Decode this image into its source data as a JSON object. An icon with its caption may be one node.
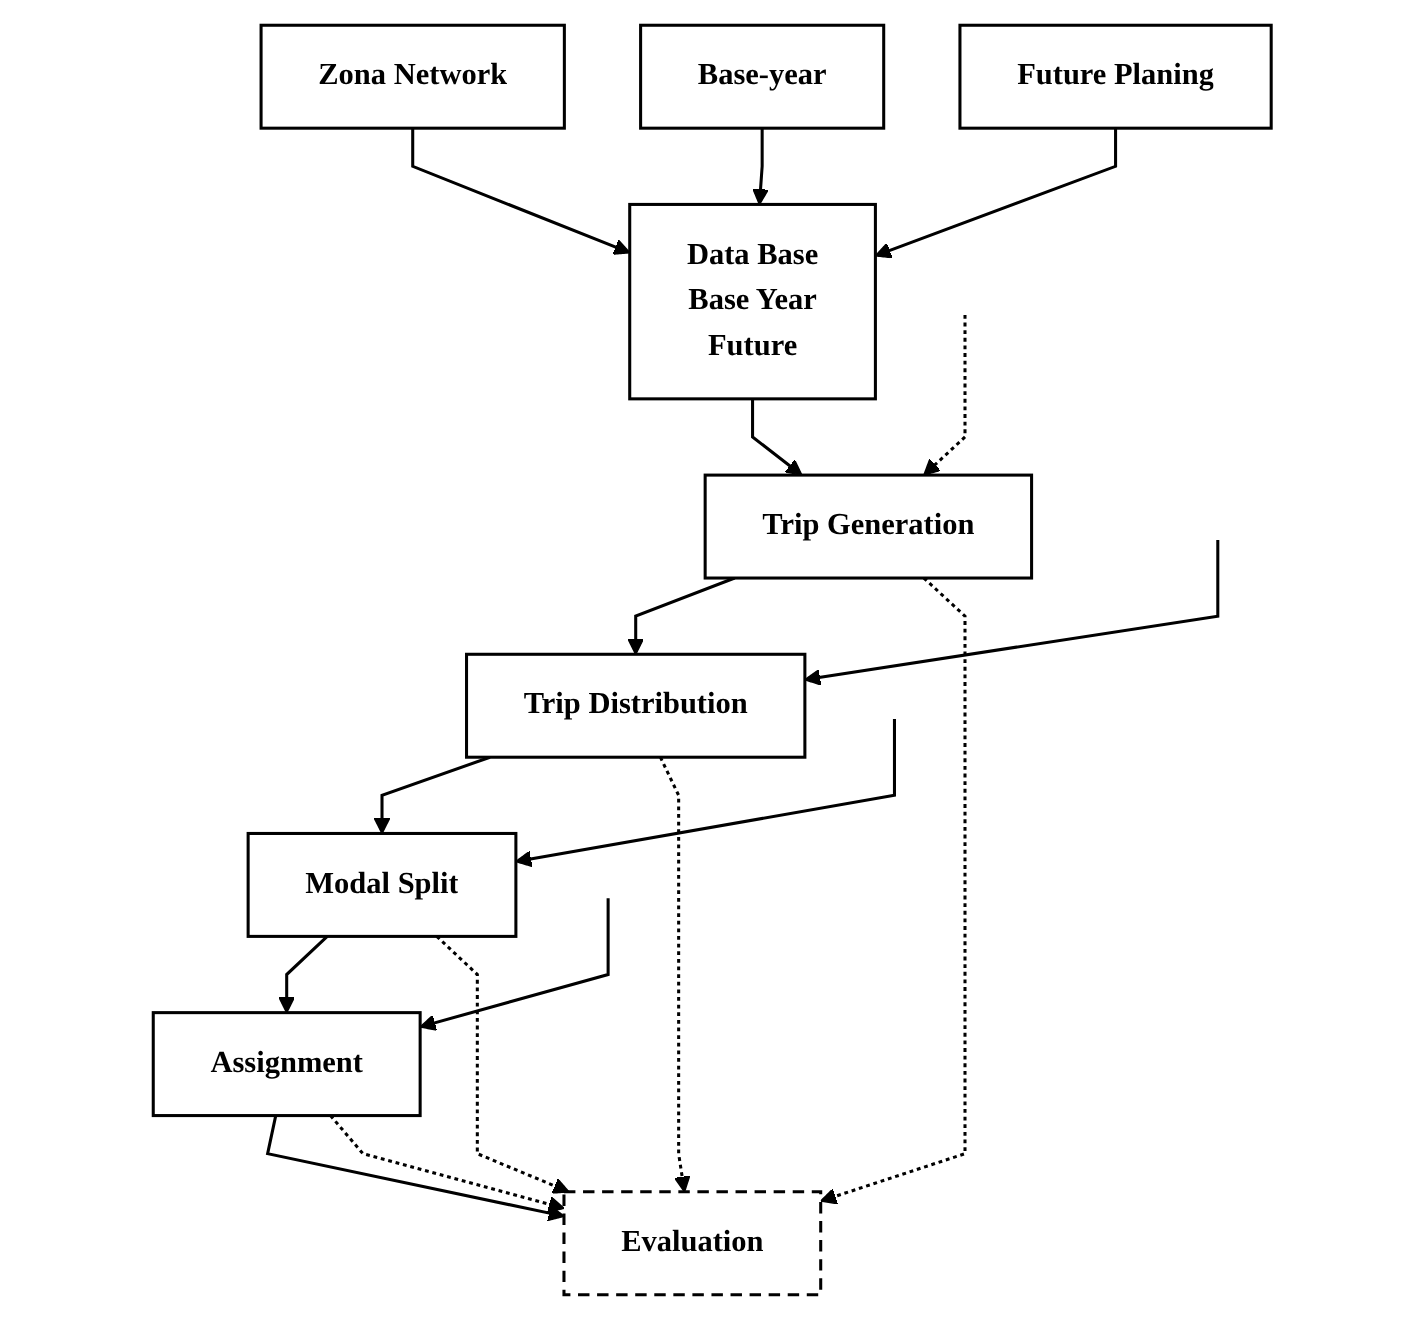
{
  "diagram": {
    "nodes": [
      {
        "text": [
          "Zona Network"
        ]
      },
      {
        "text": [
          "Base-year"
        ]
      },
      {
        "text": [
          "Future Planing"
        ]
      },
      {
        "text": [
          "Data Base",
          "Base Year",
          "Future"
        ]
      },
      {
        "text": [
          "Trip Generation"
        ]
      },
      {
        "text": [
          "Trip Distribution"
        ]
      },
      {
        "text": [
          "Modal Split"
        ]
      },
      {
        "text": [
          "Assignment"
        ]
      },
      {
        "text": [
          "Evaluation"
        ]
      }
    ],
    "edges": [
      {
        "from": 0,
        "to": 3,
        "arrow": "to"
      },
      {
        "from": 1,
        "to": 3,
        "arrow": "to"
      },
      {
        "from": 2,
        "to": 3,
        "arrow": "to"
      },
      {
        "from": 3,
        "to": 4,
        "arrow": "to"
      },
      {
        "from": 4,
        "to": 5,
        "arrow": "to"
      },
      {
        "from": 5,
        "to": 6,
        "arrow": "to"
      },
      {
        "from": 6,
        "to": 7,
        "arrow": "to"
      },
      {
        "from": 7,
        "to": 8,
        "arrow": "to"
      },
      {
        "from": 4,
        "to": 8,
        "arrow": "to",
        "style": "dashed"
      },
      {
        "from": 5,
        "to": 8,
        "arrow": "to",
        "style": "dashed"
      },
      {
        "from": 6,
        "to": 8,
        "arrow": "to",
        "style": "dashed"
      },
      {
        "from": 7,
        "to": 8,
        "arrow": "to",
        "style": "dashed"
      },
      {
        "from": null,
        "to": 7,
        "arrow": "to"
      },
      {
        "from": null,
        "to": 6,
        "arrow": "to"
      },
      {
        "from": null,
        "to": 5,
        "arrow": "to"
      },
      {
        "from": null,
        "to": 4,
        "arrow": "to",
        "style": "dashed"
      }
    ]
  }
}
